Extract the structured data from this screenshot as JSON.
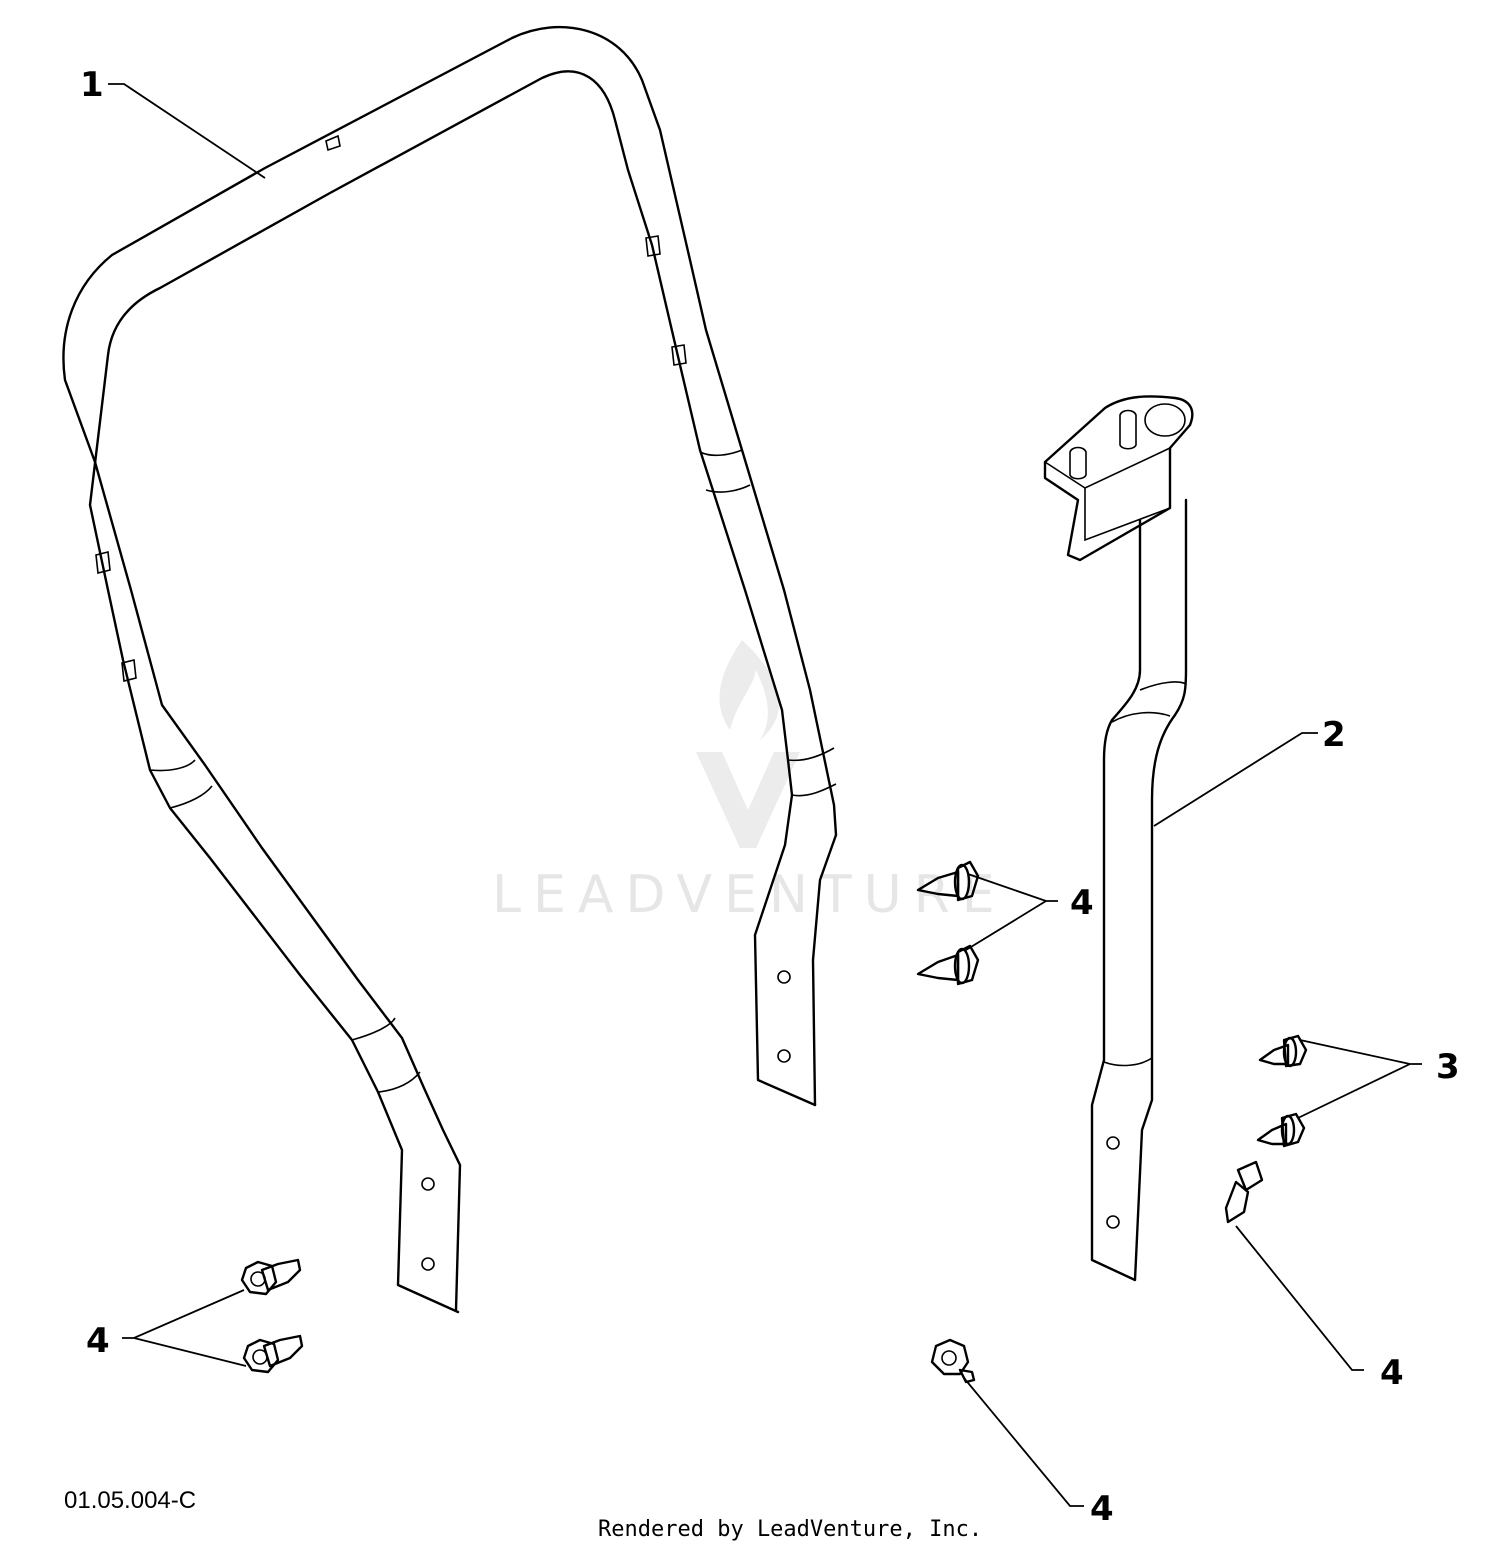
{
  "callouts": {
    "c1": "1",
    "c2": "2",
    "c3": "3",
    "c4_center": "4",
    "c4_left": "4",
    "c4_right": "4",
    "c4_bottom": "4"
  },
  "diagram_code": "01.05.004-C",
  "watermark": "LEADVENTURE",
  "footer": "Rendered by LeadVenture, Inc.",
  "colors": {
    "line": "#000000",
    "watermark": "#e6e6e6",
    "background": "#ffffff"
  }
}
